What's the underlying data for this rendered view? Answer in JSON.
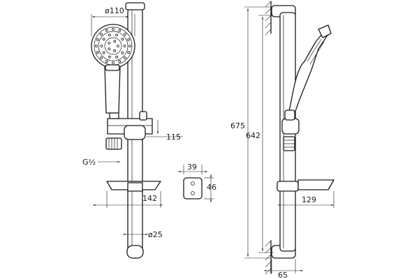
{
  "dimensions": {
    "head_diameter": "ø110",
    "holder_height": "115",
    "connection": "G½",
    "clip_width": "39",
    "clip_height": "46",
    "shelf_width": "142",
    "rail_diameter": "ø25",
    "total_height": "675",
    "rail_spacing": "642",
    "shelf_depth": "129",
    "wall_distance": "65"
  },
  "colors": {
    "line": "#1a1a1a",
    "background": "#ffffff"
  }
}
